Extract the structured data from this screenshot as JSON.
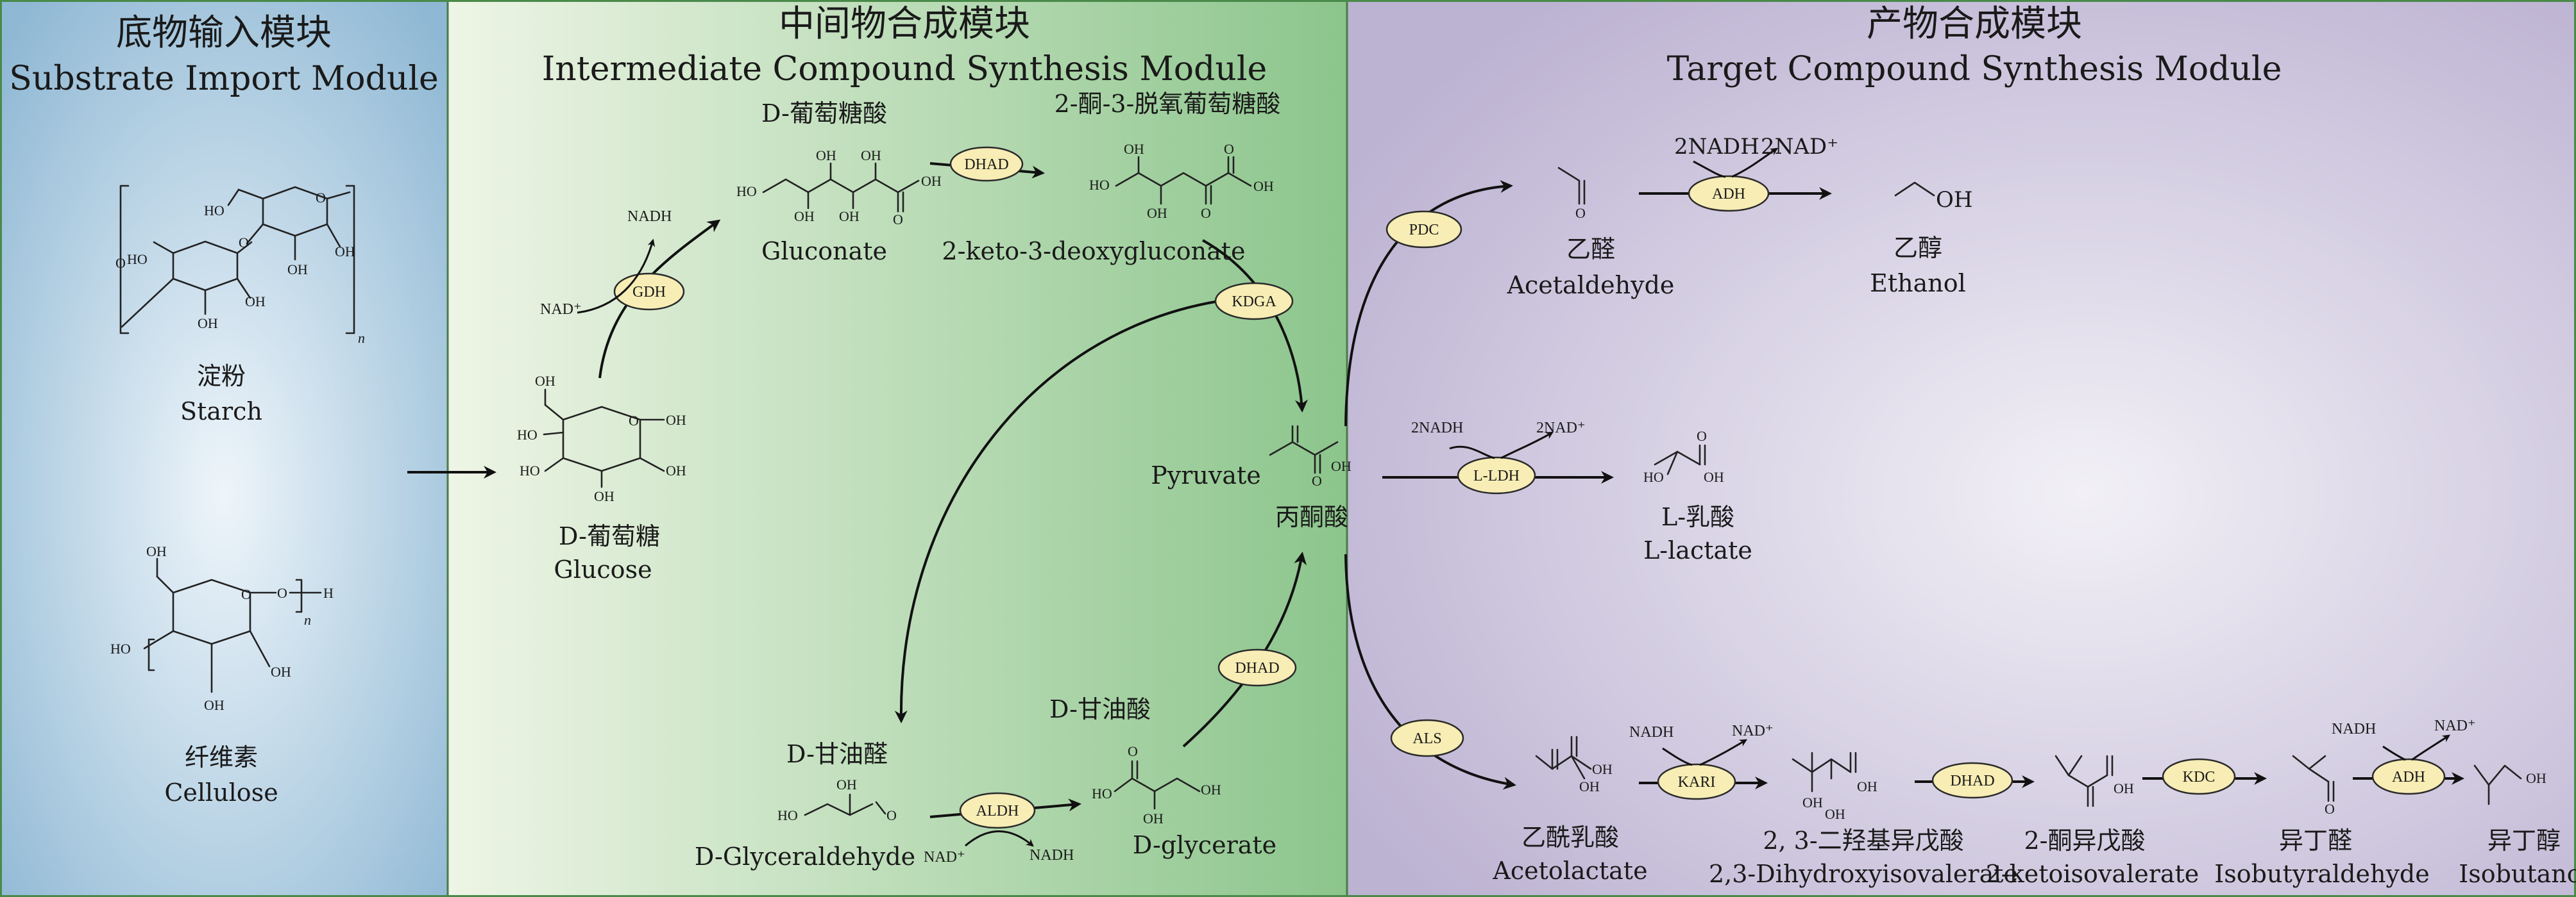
{
  "modules": {
    "substrate": {
      "title_cn": "底物输入模块",
      "title_en": "Substrate Import Module"
    },
    "intermediate": {
      "title_cn": "中间物合成模块",
      "title_en": "Intermediate Compound Synthesis Module"
    },
    "target": {
      "title_cn": "产物合成模块",
      "title_en": "Target Compound Synthesis Module"
    }
  },
  "compounds": {
    "starch": {
      "cn": "淀粉",
      "en": "Starch"
    },
    "cellulose": {
      "cn": "纤维素",
      "en": "Cellulose"
    },
    "glucose": {
      "cn": "D-葡萄糖",
      "en": "Glucose"
    },
    "gluconate": {
      "cn": "D-葡萄糖酸",
      "en": "Gluconate"
    },
    "kdg": {
      "cn": "2-酮-3-脱氧葡萄糖酸",
      "en": "2-keto-3-deoxygluconate"
    },
    "pyruvate": {
      "cn": "丙酮酸",
      "en": "Pyruvate"
    },
    "glyceraldehyde": {
      "cn": "D-甘油醛",
      "en": "D-Glyceraldehyde"
    },
    "glycerate": {
      "cn": "D-甘油酸",
      "en": "D-glycerate"
    },
    "acetaldehyde": {
      "cn": "乙醛",
      "en": "Acetaldehyde"
    },
    "ethanol": {
      "cn": "乙醇",
      "en": "Ethanol"
    },
    "lactate": {
      "cn": "L-乳酸",
      "en": "L-lactate"
    },
    "acetolactate": {
      "cn": "乙酰乳酸",
      "en": "Acetolactate"
    },
    "dhiv": {
      "cn": "2, 3-二羟基异戊酸",
      "en": "2,3-Dihydroxyisovalerate"
    },
    "kiv": {
      "cn": "2-酮异戊酸",
      "en": "2-ketoisovalerate"
    },
    "isobutyraldehyde": {
      "cn": "异丁醛",
      "en": "Isobutyraldehyde"
    },
    "isobutanol": {
      "cn": "异丁醇",
      "en": "Isobutanol"
    }
  },
  "enzymes": {
    "gdh": "GDH",
    "dhad1": "DHAD",
    "kdga": "KDGA",
    "dhad2": "DHAD",
    "aldh": "ALDH",
    "pdc": "PDC",
    "adh1": "ADH",
    "lldh": "L-LDH",
    "als": "ALS",
    "kari": "KARI",
    "dhad3": "DHAD",
    "kdc": "KDC",
    "adh2": "ADH"
  },
  "cofactors": {
    "gdh_in": "NAD⁺",
    "gdh_out": "NADH",
    "aldh_in": "NAD⁺",
    "aldh_out": "NADH",
    "adh1_in": "2NADH",
    "adh1_out": "2NAD⁺",
    "lldh_in": "2NADH",
    "lldh_out": "2NAD⁺",
    "kari_in": "NADH",
    "kari_out": "NAD⁺",
    "adh2_in": "NADH",
    "adh2_out": "NAD⁺"
  },
  "atoms": {
    "ho": "HO",
    "oh": "OH",
    "o": "O",
    "oh_h": "OH",
    "h": "H",
    "n": "n",
    "ohh": "OH"
  },
  "colors": {
    "substrate_bg": "#a6c8de",
    "intermediate_bg": "#9fcf9c",
    "target_bg": "#c9c2dc",
    "enzyme_fill": "#f7edb5"
  }
}
